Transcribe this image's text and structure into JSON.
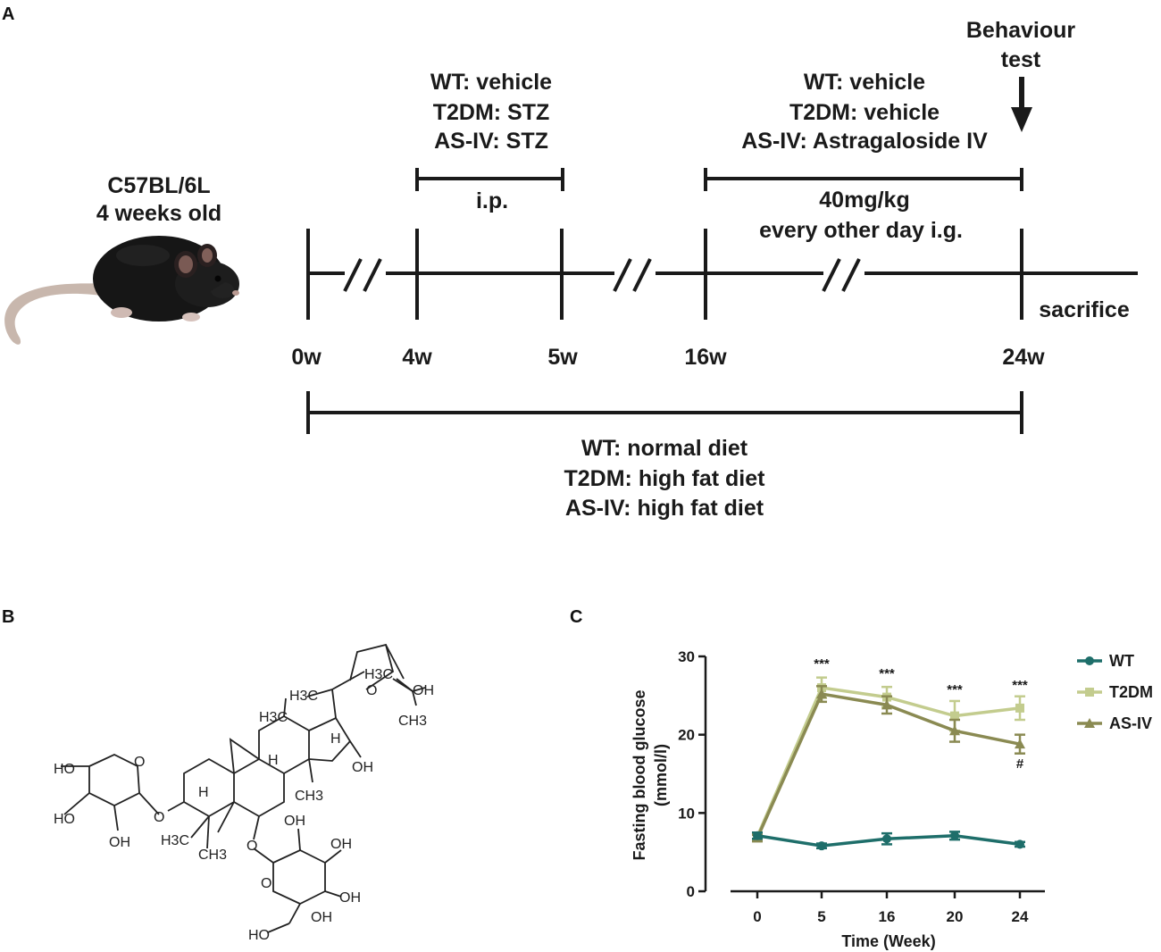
{
  "panels": {
    "a": "A",
    "b": "B",
    "c": "C"
  },
  "panel_a": {
    "mouse_title": [
      "C57BL/6L",
      "4 weeks old"
    ],
    "behaviour": [
      "Behaviour",
      "test"
    ],
    "stz_block": [
      "WT: vehicle",
      "T2DM: STZ",
      "AS-IV: STZ"
    ],
    "stz_route": "i.p.",
    "asiv_block": [
      "WT: vehicle",
      "T2DM: vehicle",
      "AS-IV: Astragaloside IV"
    ],
    "asiv_dose": [
      "40mg/kg",
      "every other day  i.g."
    ],
    "sacrifice": "sacrifice",
    "timepoints": [
      "0w",
      "4w",
      "5w",
      "16w",
      "24w"
    ],
    "diet_block": [
      "WT: normal diet",
      "T2DM: high fat diet",
      "AS-IV: high fat diet"
    ]
  },
  "panel_b": {
    "atom_labels": [
      "H3C",
      "OH",
      "CH3",
      "H3C",
      "O",
      "H3C",
      "H",
      "OH",
      "H",
      "H",
      "CH3",
      "HO",
      "O",
      "HO",
      "O",
      "OH",
      "H3C",
      "CH3",
      "O",
      "OH",
      "OH",
      "O",
      "OH",
      "OH",
      "HO"
    ]
  },
  "chart_data": {
    "type": "line",
    "x": [
      "0",
      "5",
      "16",
      "20",
      "24"
    ],
    "xlabel": "Time (Week)",
    "ylabel": [
      "Fasting blood glucose",
      "(mmol/l)"
    ],
    "ylim": [
      0,
      30
    ],
    "yticks": [
      "0",
      "10",
      "20",
      "30"
    ],
    "legend_position": "right",
    "series": [
      {
        "name": "WT",
        "color": "#1e6e6a",
        "marker": "circle",
        "values": [
          7.1,
          5.8,
          6.7,
          7.1,
          6.0
        ],
        "errors": [
          0.4,
          0.3,
          0.7,
          0.5,
          0.3
        ]
      },
      {
        "name": "T2DM",
        "color": "#c3cc8e",
        "marker": "square",
        "values": [
          7.0,
          26.0,
          24.8,
          22.4,
          23.4
        ],
        "errors": [
          0.4,
          1.3,
          1.3,
          1.9,
          1.5
        ]
      },
      {
        "name": "AS-IV",
        "color": "#8a8a52",
        "marker": "triangle",
        "values": [
          6.8,
          25.2,
          23.8,
          20.5,
          18.8
        ],
        "errors": [
          0.4,
          1.0,
          1.1,
          1.4,
          1.2
        ]
      }
    ],
    "annotations": [
      {
        "x": "5",
        "text": "***"
      },
      {
        "x": "16",
        "text": "***"
      },
      {
        "x": "20",
        "text": "***"
      },
      {
        "x": "24",
        "text": "***"
      },
      {
        "x": "24",
        "text": "#"
      }
    ]
  }
}
